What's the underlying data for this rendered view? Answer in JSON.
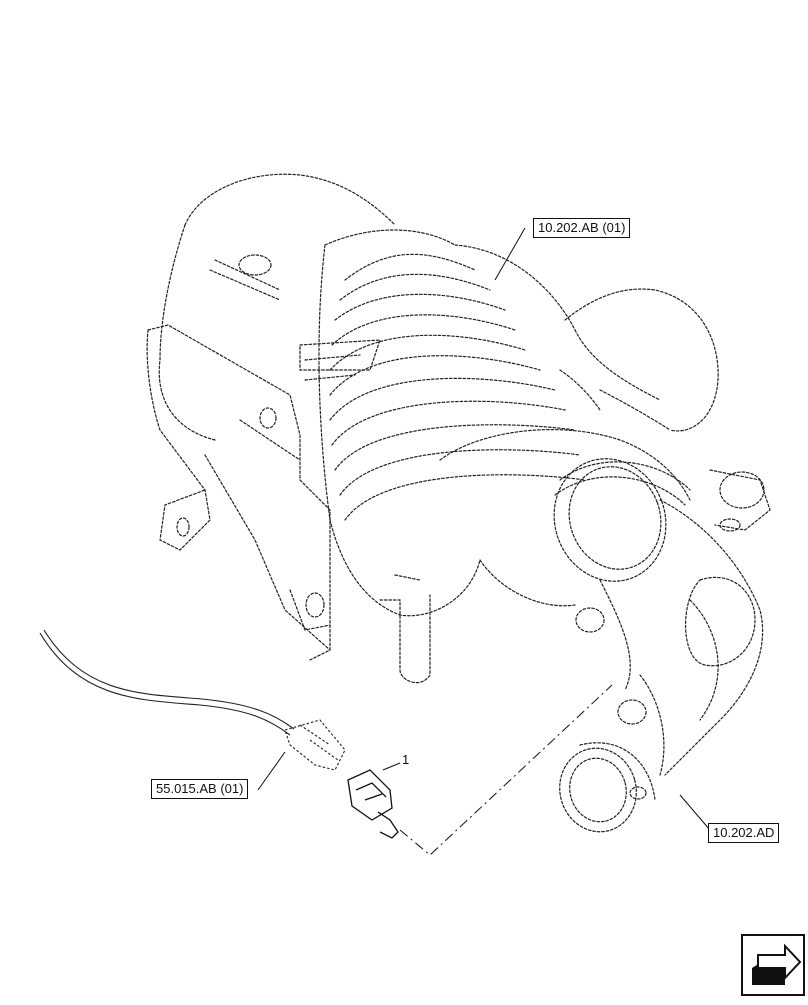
{
  "diagram": {
    "references": {
      "air_cleaner": "10.202.AB (01)",
      "harness": "55.015.AB (01)",
      "intake_hose": "10.202.AD"
    },
    "item_number": "1",
    "nav_icon": "next-page-arrow-icon"
  }
}
